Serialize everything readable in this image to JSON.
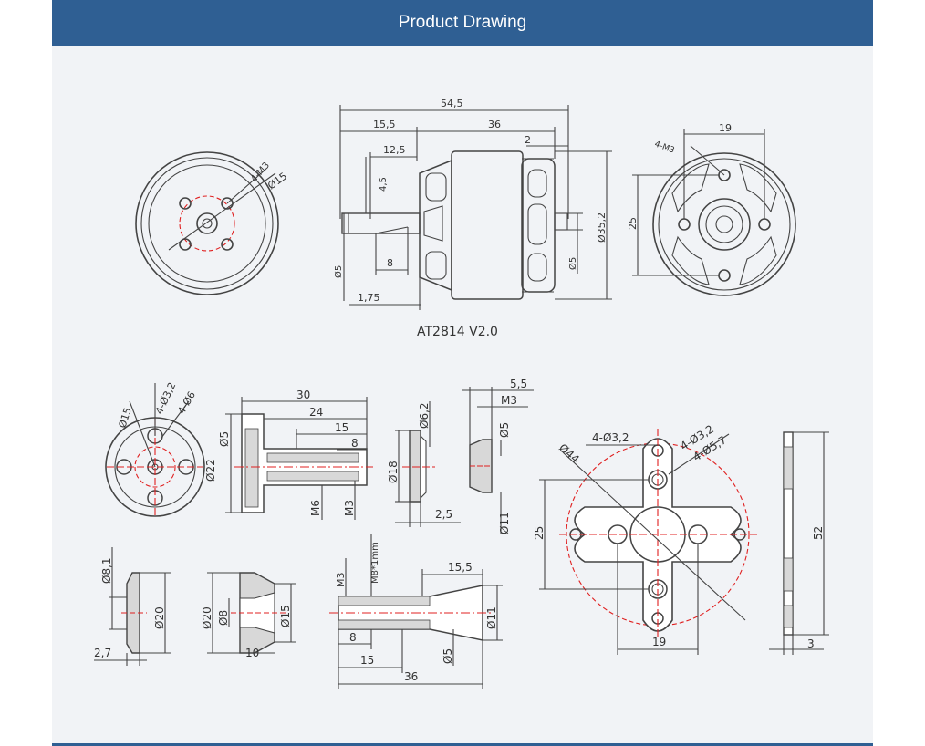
{
  "header": {
    "title": "Product Drawing"
  },
  "colors": {
    "header": "#2f5f93",
    "panel": "#f1f3f6",
    "line": "#444444",
    "center_line": "#e02020"
  },
  "motor": {
    "model": "AT2814 V2.0",
    "front": {
      "holes": "4-M3",
      "pcd": "Ø15"
    },
    "side": {
      "length": "54,5",
      "can": "36",
      "shaft": "15,5",
      "shaft_to_flat": "12,5",
      "flat_depth": "4,5",
      "shaft_dia": "Ø5",
      "flat": "8",
      "clip": "1,75",
      "bearing": "2",
      "rear_shaft": "Ø5",
      "diameter": "Ø35,2"
    },
    "rear": {
      "holes": "4-M3",
      "spacing_h": "19",
      "spacing_v": "25"
    }
  },
  "parts": {
    "adapter": {
      "pcd": "Ø15",
      "holes_a": "4-Ø3,2",
      "holes_b": "4-Ø6"
    },
    "prop_shaft": {
      "len": "30",
      "len2": "24",
      "len3": "15",
      "tip": "8",
      "d1": "Ø5",
      "d2": "Ø22",
      "thread": "M6",
      "inner": "M3"
    },
    "washer": {
      "d": "Ø6,2",
      "od": "Ø18",
      "t": "2,5"
    },
    "nut": {
      "w": "5,5",
      "thread": "M3",
      "d": "Ø5",
      "od": "Ø11"
    },
    "x_mount": {
      "holes_a": "4-Ø3,2",
      "holes_b": "4-Ø3,2",
      "holes_c": "4-Ø5,7",
      "dia": "Ø44",
      "v": "25",
      "h": "19",
      "height": "52",
      "thick": "3"
    },
    "spacer": {
      "d": "Ø8,1",
      "od": "Ø20",
      "t": "2,7"
    },
    "cone": {
      "od": "Ø20",
      "d": "Ø8",
      "od2": "Ø15",
      "len": "10"
    },
    "long_shaft": {
      "thread": "M3",
      "thread2": "M8*1mm",
      "len": "15,5",
      "od": "Ø11",
      "tip": "8",
      "mid": "15",
      "total": "36",
      "d": "Ø5"
    }
  }
}
